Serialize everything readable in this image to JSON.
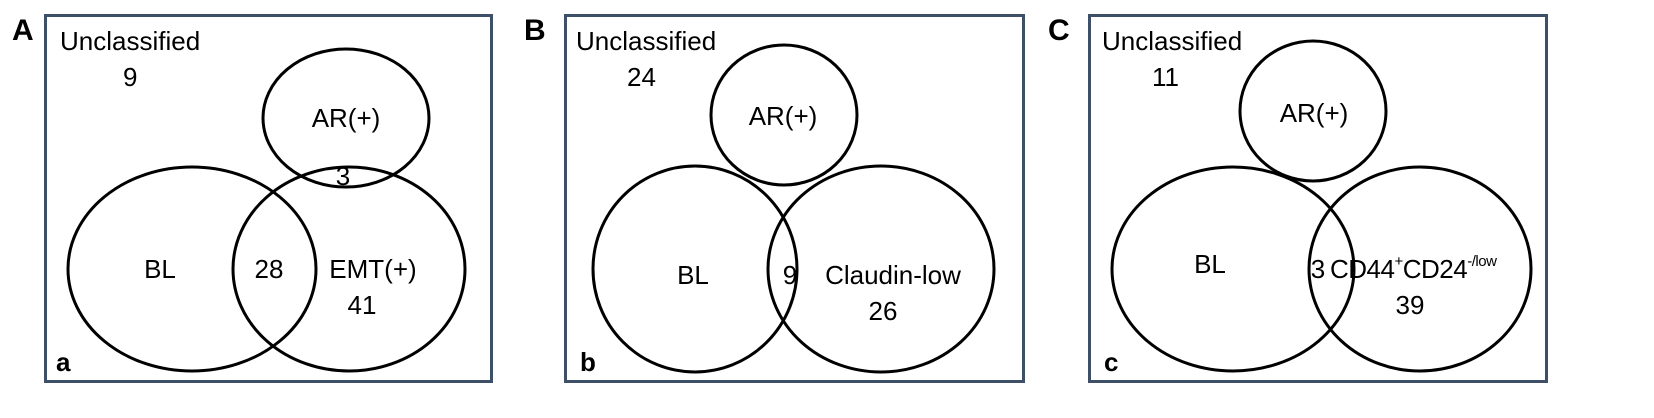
{
  "panels": [
    {
      "letter": "A",
      "sub_letter": "a",
      "unclassified_label": "Unclassified",
      "unclassified_count": "9",
      "sets": {
        "ar_label": "AR(+)",
        "bl_label": "BL",
        "third_label": "EMT(+)",
        "third_count": "41"
      },
      "overlaps": {
        "ar_third": "3",
        "bl_third": "28"
      }
    },
    {
      "letter": "B",
      "sub_letter": "b",
      "unclassified_label": "Unclassified",
      "unclassified_count": "24",
      "sets": {
        "ar_label": "AR(+)",
        "bl_label": "BL",
        "third_label": "Claudin-low",
        "third_count": "26"
      },
      "overlaps": {
        "bl_third": "9"
      }
    },
    {
      "letter": "C",
      "sub_letter": "c",
      "unclassified_label": "Unclassified",
      "unclassified_count": "11",
      "sets": {
        "ar_label": "AR(+)",
        "bl_label": "BL",
        "third_label_base1": "CD44",
        "third_label_sup1": "+",
        "third_label_base2": "CD24",
        "third_label_sup2": "-/low",
        "third_count": "39"
      },
      "overlaps": {
        "bl_third": "3"
      }
    }
  ]
}
